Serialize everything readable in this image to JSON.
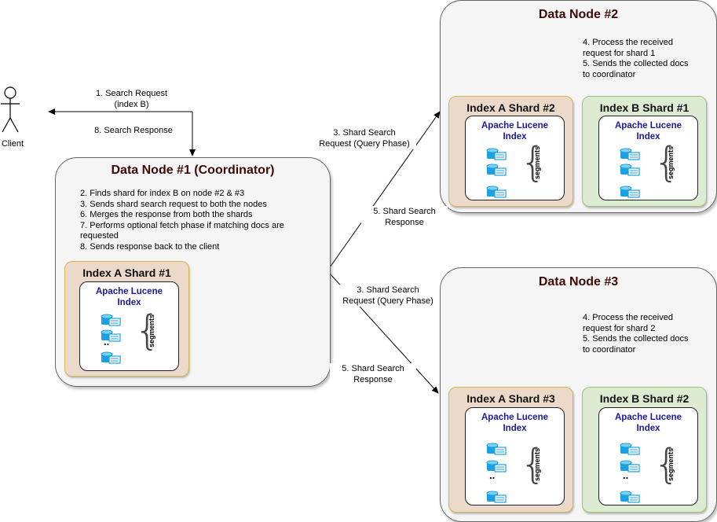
{
  "client": {
    "label": "Client"
  },
  "client_arrows": {
    "request": [
      "1. Search Request",
      "(index B)"
    ],
    "response": "8. Search Response"
  },
  "node1": {
    "title": "Data Node #1 (Coordinator)",
    "steps": [
      "2. Finds shard for index B on node #2 & #3",
      "3. Sends shard search request to both the nodes",
      "6. Merges the response from both the shards",
      "7. Performs optional fetch phase if matching docs are",
      "requested",
      "8. Sends response back to the client"
    ],
    "shard": {
      "title": "Index A Shard #1",
      "lucene": [
        "Apache Lucene",
        "Index"
      ],
      "dots": "..",
      "segments": "segments"
    }
  },
  "node2": {
    "title": "Data Node #2",
    "steps": [
      "4. Process the received",
      "request for shard 1",
      "5. Sends the collected docs",
      "to coordinator"
    ],
    "shards": [
      {
        "title": "Index A Shard #2",
        "lucene": [
          "Apache Lucene",
          "Index"
        ],
        "dots": "..",
        "segments": "segments"
      },
      {
        "title": "Index B Shard #1",
        "lucene": [
          "Apache Lucene",
          "Index"
        ],
        "dots": "..",
        "segments": "segments"
      }
    ]
  },
  "node3": {
    "title": "Data Node #3",
    "steps": [
      "4. Process the received",
      "request for shard 2",
      "5. Sends the collected docs",
      "to coordinator"
    ],
    "shards": [
      {
        "title": "Index A Shard #3",
        "lucene": [
          "Apache Lucene",
          "Index"
        ],
        "dots": "..",
        "segments": "segments"
      },
      {
        "title": "Index B Shard #2",
        "lucene": [
          "Apache Lucene",
          "Index"
        ],
        "dots": "..",
        "segments": "segments"
      }
    ]
  },
  "edge_labels": {
    "to_node2_request": [
      "3. Shard Search",
      "Request (Query Phase)"
    ],
    "from_node2_response": [
      "5. Shard Search",
      "Response"
    ],
    "to_node3_request": [
      "3. Shard Search",
      "Request (Query Phase)"
    ],
    "from_node3_response": [
      "5. Shard Search",
      "Response"
    ]
  },
  "colors": {
    "node_bg": "#f5f5f5",
    "title_color": "#3c0a06",
    "shard_a_bg": "#ebdac9",
    "shard_b_bg": "#dcebd2",
    "shard_border": "#d6b656",
    "lucene_title": "#1a1a9c",
    "segment_icon": "#1ba1e2"
  }
}
